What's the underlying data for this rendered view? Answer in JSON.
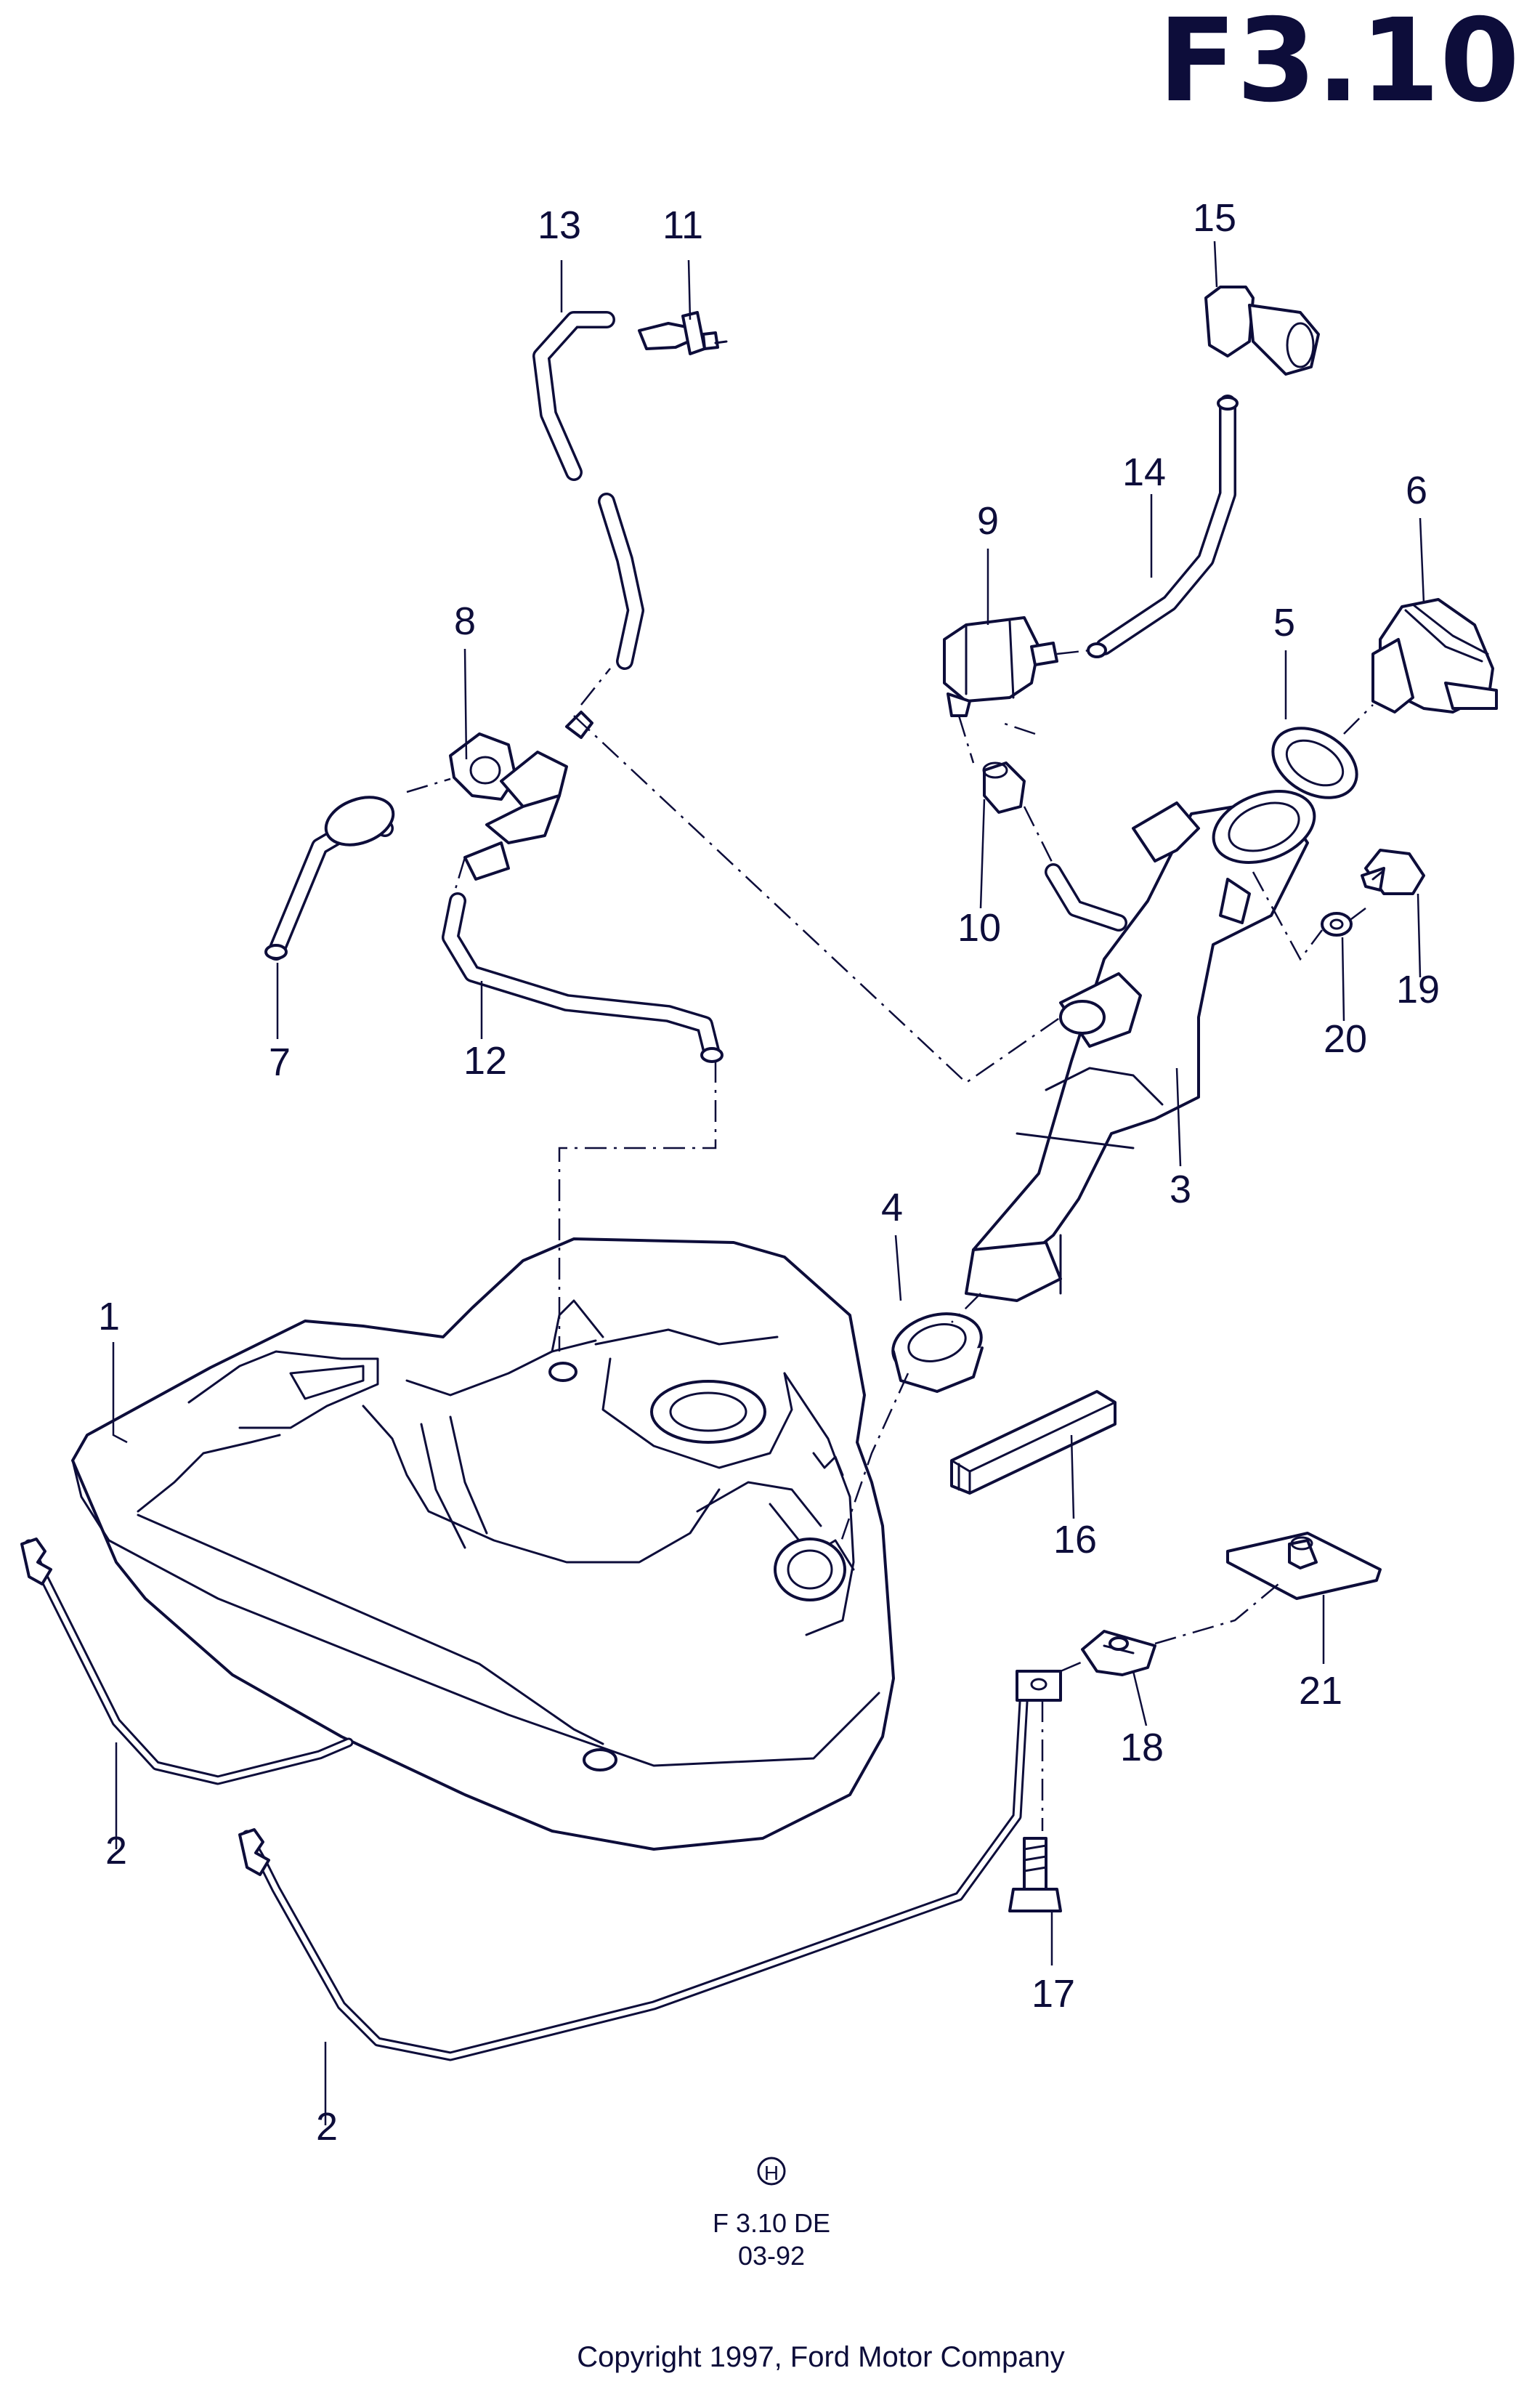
{
  "header": {
    "page_code": "F3.10"
  },
  "callouts": [
    {
      "id": "c1",
      "label": "1"
    },
    {
      "id": "c2a",
      "label": "2"
    },
    {
      "id": "c2b",
      "label": "2"
    },
    {
      "id": "c3",
      "label": "3"
    },
    {
      "id": "c4",
      "label": "4"
    },
    {
      "id": "c5",
      "label": "5"
    },
    {
      "id": "c6",
      "label": "6"
    },
    {
      "id": "c7",
      "label": "7"
    },
    {
      "id": "c8",
      "label": "8"
    },
    {
      "id": "c9",
      "label": "9"
    },
    {
      "id": "c10",
      "label": "10"
    },
    {
      "id": "c11",
      "label": "11"
    },
    {
      "id": "c12",
      "label": "12"
    },
    {
      "id": "c13",
      "label": "13"
    },
    {
      "id": "c14",
      "label": "14"
    },
    {
      "id": "c15",
      "label": "15"
    },
    {
      "id": "c16",
      "label": "16"
    },
    {
      "id": "c17",
      "label": "17"
    },
    {
      "id": "c18",
      "label": "18"
    },
    {
      "id": "c19",
      "label": "19"
    },
    {
      "id": "c20",
      "label": "20"
    },
    {
      "id": "c21",
      "label": "21"
    }
  ],
  "footer": {
    "symbol": "H",
    "drawing_code": "F 3.10 DE",
    "date": "03-92",
    "copyright": "Copyright 1997, Ford Motor Company"
  }
}
